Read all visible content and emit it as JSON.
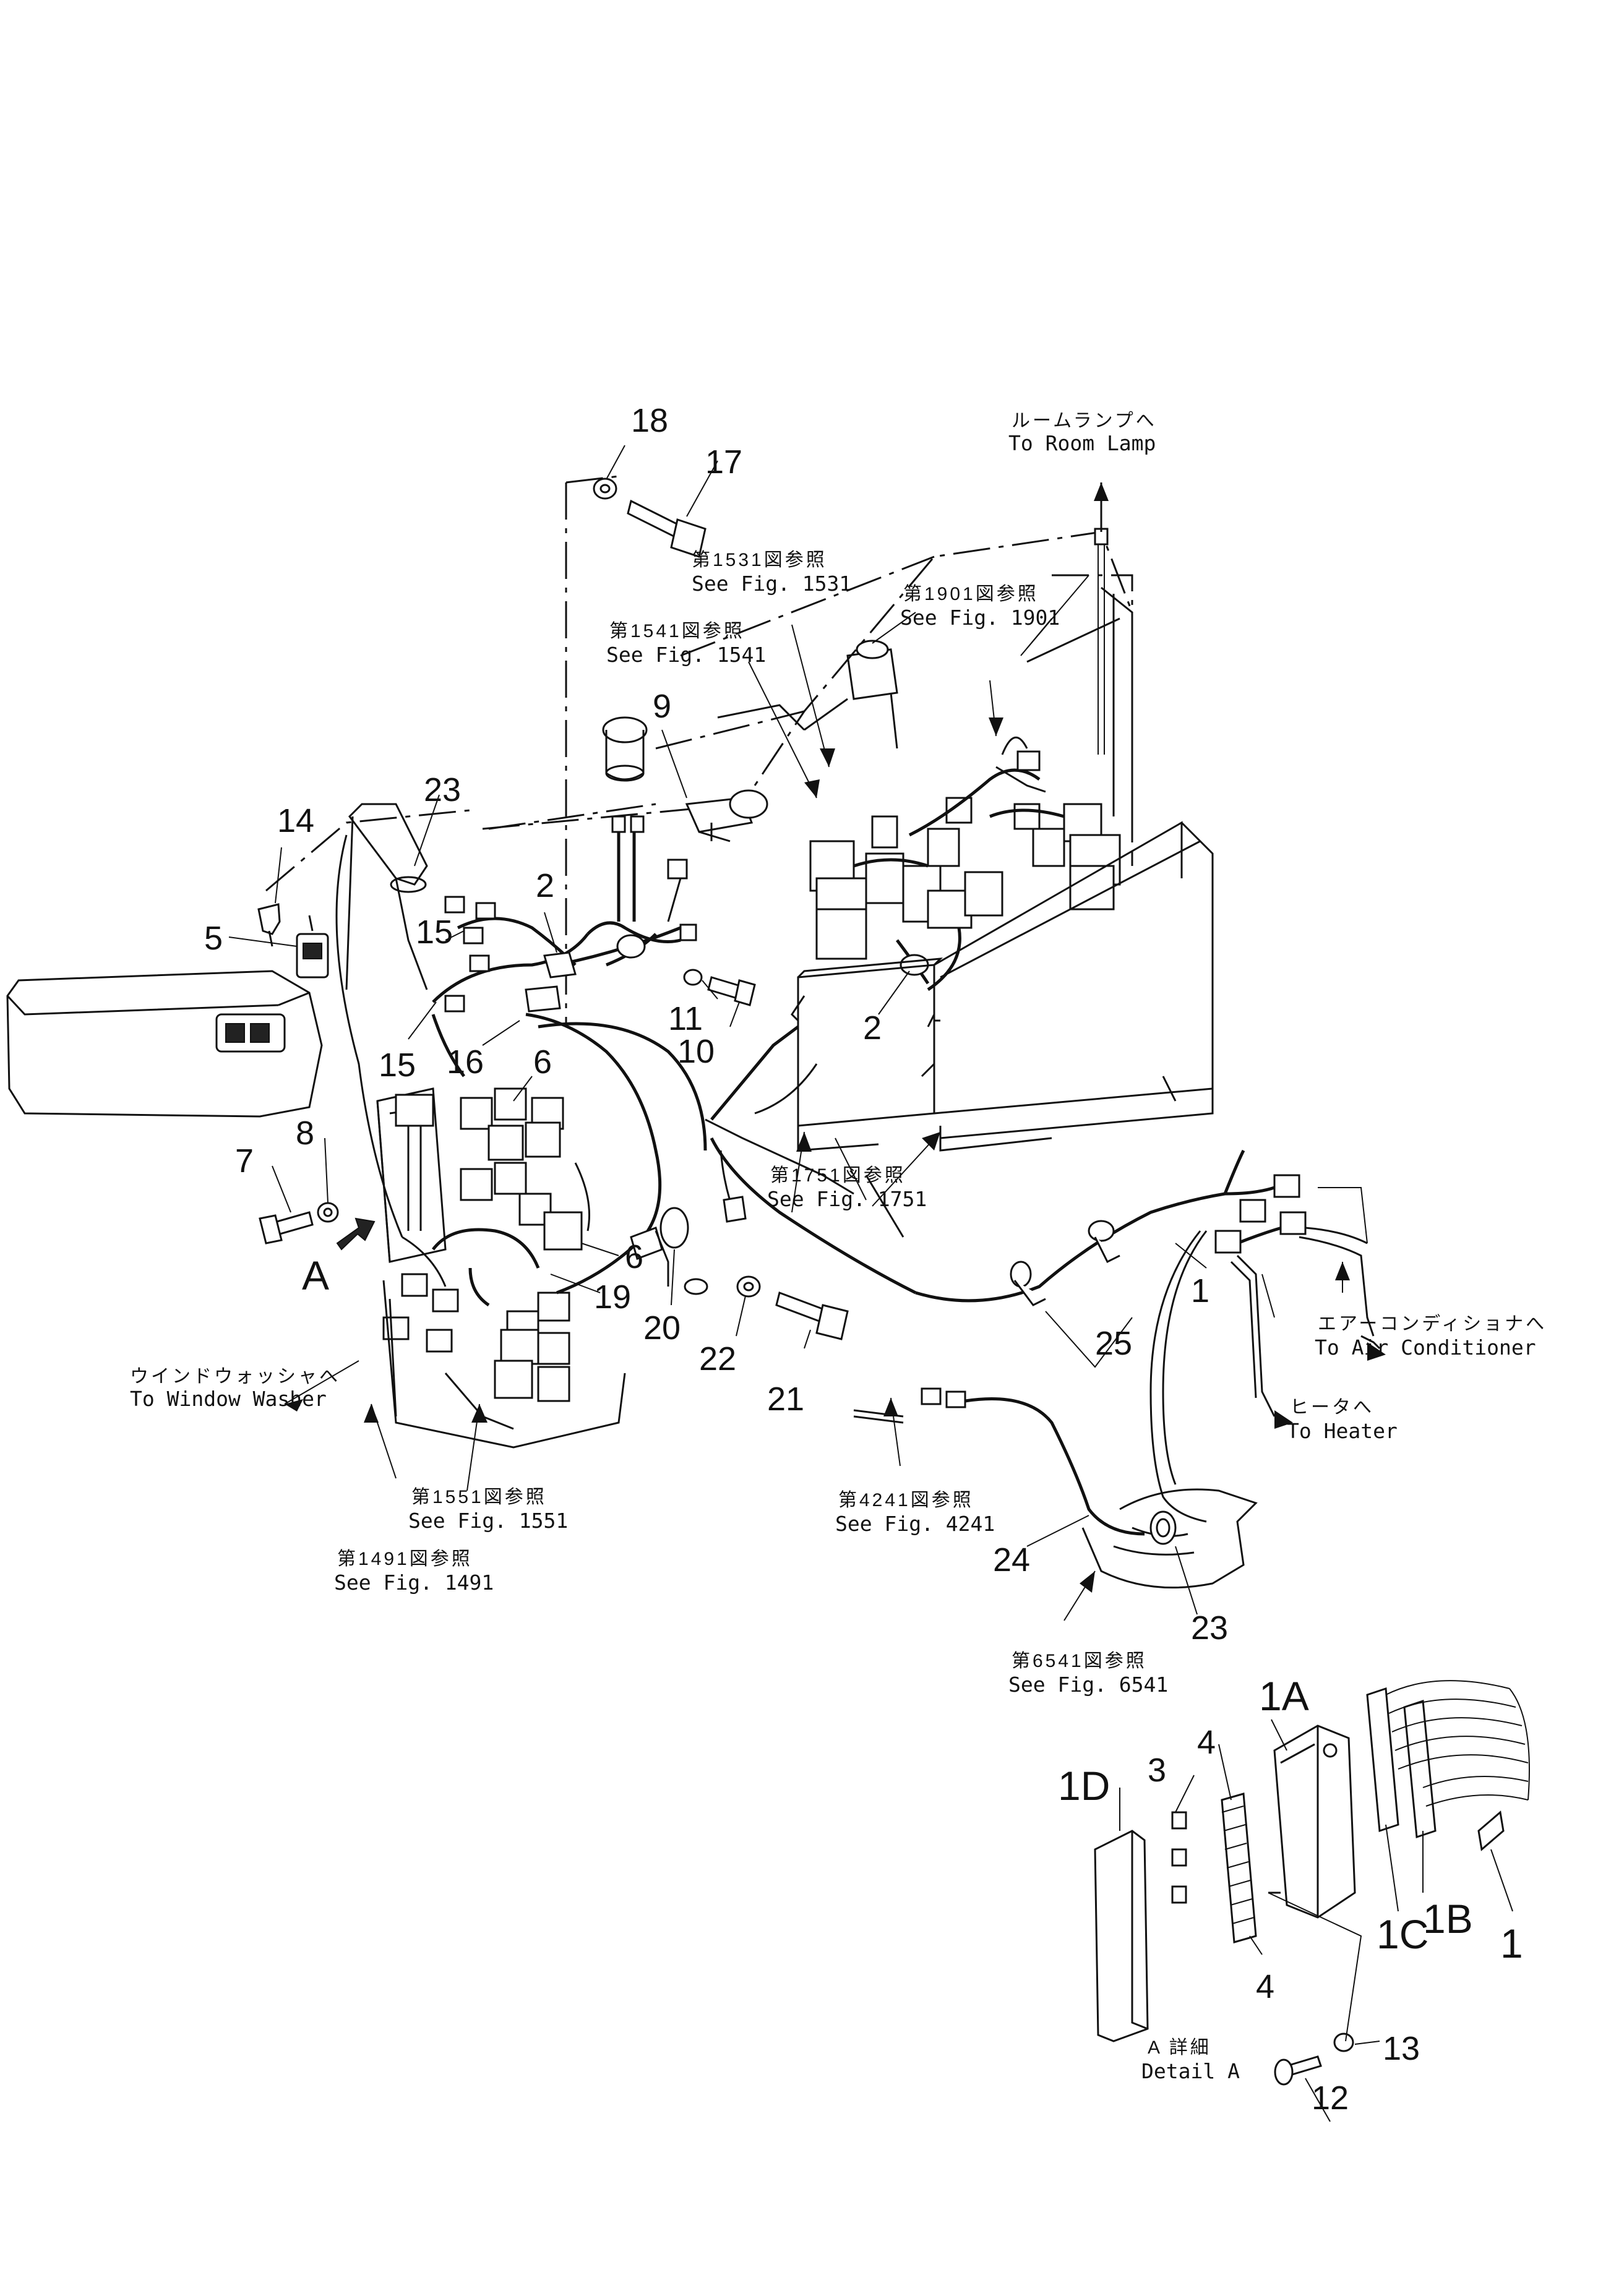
{
  "callouts": {
    "n1": "1",
    "n1b": "1",
    "n2a": "2",
    "n2b": "2",
    "n3": "3",
    "n4a": "4",
    "n4b": "4",
    "n5": "5",
    "n6a": "6",
    "n6b": "6",
    "n7": "7",
    "n8": "8",
    "n9": "9",
    "n10": "10",
    "n11": "11",
    "n12": "12",
    "n13": "13",
    "n14": "14",
    "n15a": "15",
    "n15b": "15",
    "n16": "16",
    "n17": "17",
    "n18": "18",
    "n19": "19",
    "n20": "20",
    "n21": "21",
    "n22": "22",
    "n23a": "23",
    "n23b": "23",
    "n24": "24",
    "n25": "25",
    "n1A": "1A",
    "n1B": "1B",
    "n1C": "1C",
    "n1D": "1D",
    "viewA": "A"
  },
  "references": {
    "room_lamp_jp": "ルームランプへ",
    "room_lamp_en": "To Room Lamp",
    "fig1531_jp": "第1531図参照",
    "fig1531_en": "See Fig. 1531",
    "fig1901_jp": "第1901図参照",
    "fig1901_en": "See Fig. 1901",
    "fig1541_jp": "第1541図参照",
    "fig1541_en": "See Fig. 1541",
    "fig1751_jp": "第1751図参照",
    "fig1751_en": "See Fig. 1751",
    "window_washer_jp": "ウインドウォッシャへ",
    "window_washer_en": "To Window Washer",
    "aircon_jp": "エアーコンディショナへ",
    "aircon_en": "To Air Conditioner",
    "heater_jp": "ヒータへ",
    "heater_en": "To Heater",
    "fig1551_jp": "第1551図参照",
    "fig1551_en": "See Fig. 1551",
    "fig1491_jp": "第1491図参照",
    "fig1491_en": "See Fig. 1491",
    "fig4241_jp": "第4241図参照",
    "fig4241_en": "See Fig. 4241",
    "fig6541_jp": "第6541図参照",
    "fig6541_en": "See Fig. 6541",
    "detailA_jp": "A 詳細",
    "detailA_en": "Detail A"
  }
}
